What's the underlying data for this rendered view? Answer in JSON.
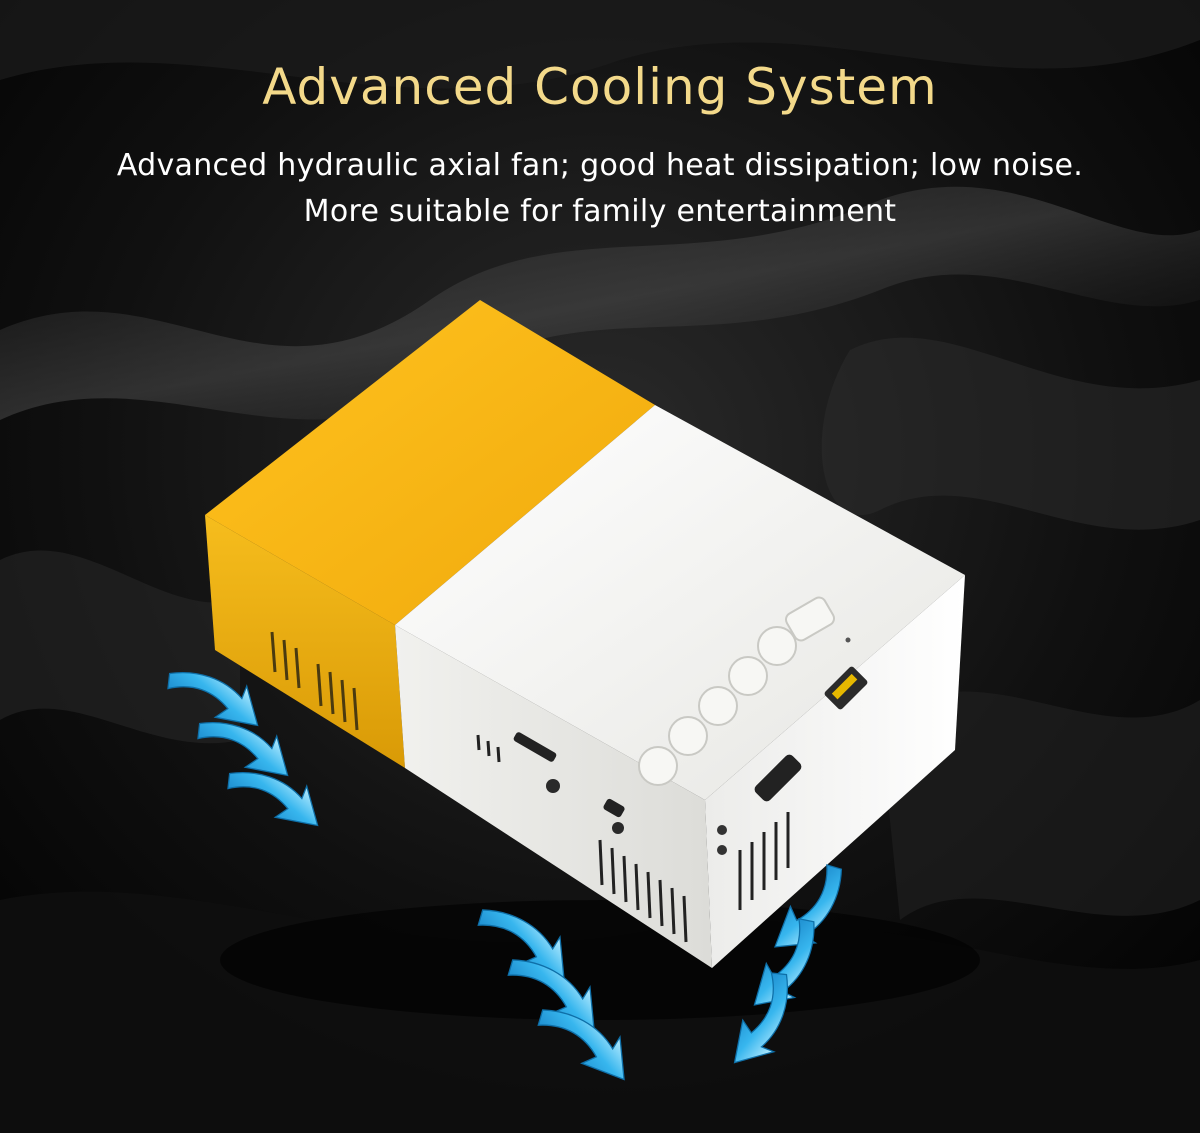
{
  "heading": {
    "title": "Advanced Cooling System",
    "line1": "Advanced hydraulic axial fan; good heat dissipation; low noise.",
    "line2": "More suitable for family entertainment"
  },
  "colors": {
    "background": "#050505",
    "title": "#f3d98a",
    "body_text": "#ffffff",
    "yellow_shell": "#f5b716",
    "white_shell": "#f4f4f2",
    "airflow": "#29a9e8"
  },
  "icons": [
    "airflow-arrow-icon",
    "usb-port-icon",
    "hdmi-port-icon",
    "power-button-icon"
  ]
}
